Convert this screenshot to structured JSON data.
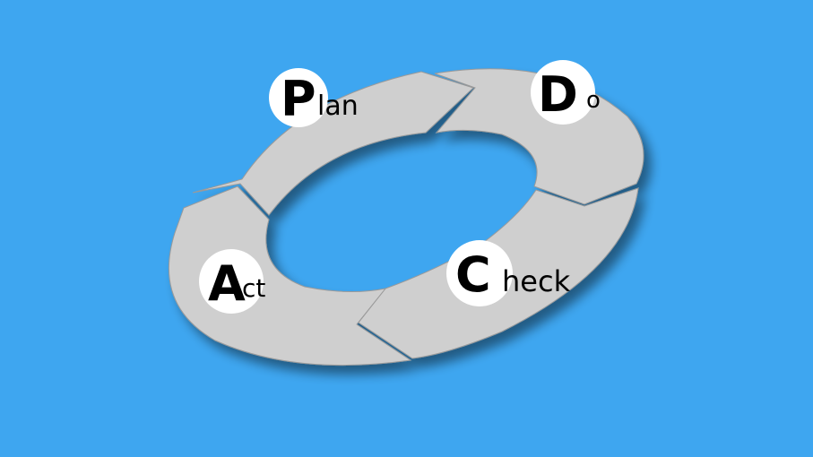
{
  "diagram": {
    "type": "PDCA cycle",
    "background_color": "#3ea6f0",
    "arrow_color": "#cfcfcf",
    "steps": [
      {
        "initial": "P",
        "rest": "lan",
        "label": "Plan"
      },
      {
        "initial": "D",
        "rest": "o",
        "label": "Do"
      },
      {
        "initial": "C",
        "rest": "heck",
        "label": "Check"
      },
      {
        "initial": "A",
        "rest": "ct",
        "label": "Act"
      }
    ]
  }
}
